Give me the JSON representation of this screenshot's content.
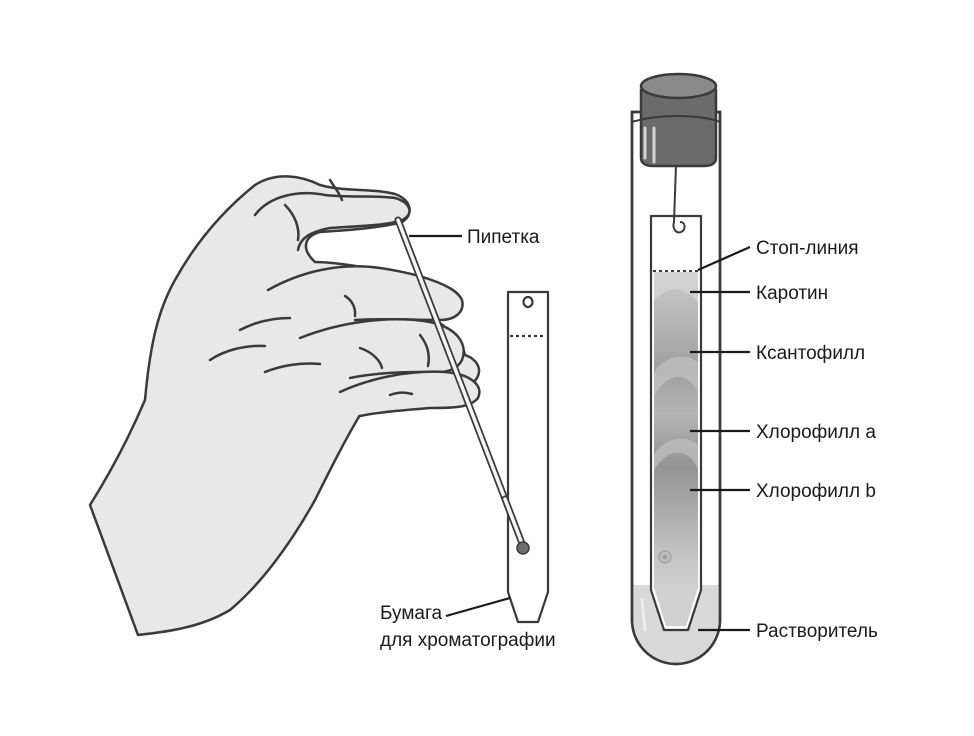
{
  "labels": {
    "pipette": "Пипетка",
    "paper_line1": "Бумага",
    "paper_line2": "для хроматографии",
    "stop_line": "Стоп-линия",
    "carotene": "Каротин",
    "xanthophyll": "Ксантофилл",
    "chlorophyll_a": "Хлорофилл а",
    "chlorophyll_b": "Хлорофилл b",
    "solvent": "Растворитель"
  },
  "colors": {
    "outline": "#3a3a3a",
    "skin": "#e8e8e8",
    "cap": "#6b6b6b",
    "solvent": "#d9d9d9",
    "band_dark": "#8c8c8c",
    "band_light": "#b8b8b8"
  }
}
